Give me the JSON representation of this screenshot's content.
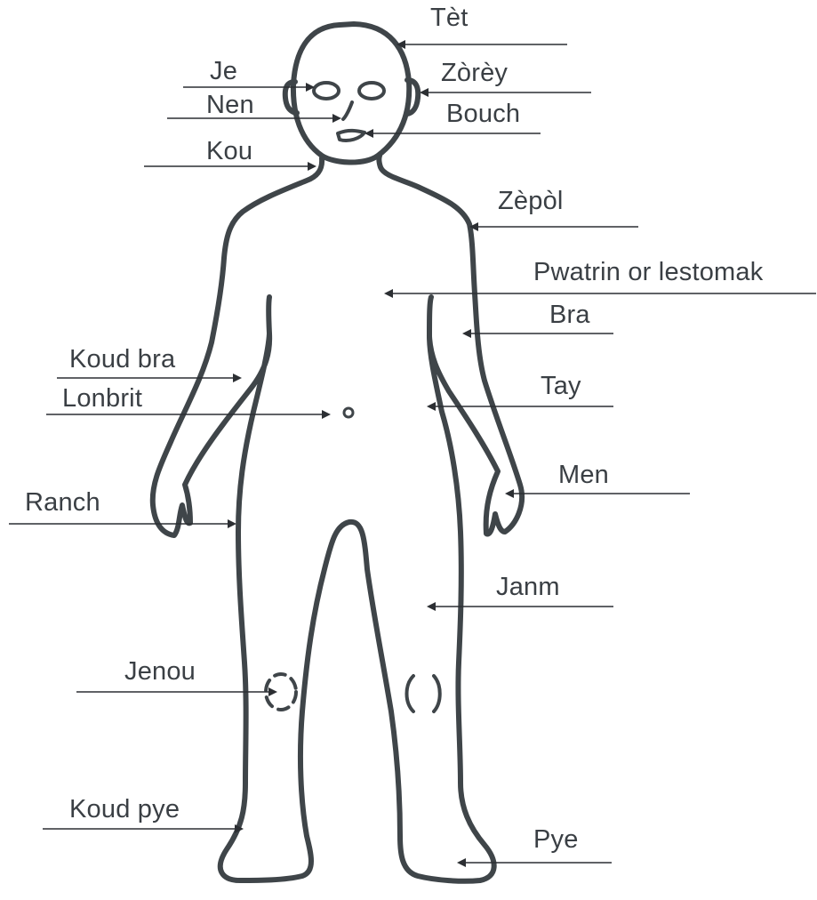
{
  "diagram": {
    "labels": {
      "tet": "Tèt",
      "je": "Je",
      "zorey": "Zòrèy",
      "nen": "Nen",
      "bouch": "Bouch",
      "kou": "Kou",
      "zepol": "Zèpòl",
      "pwatrin": "Pwatrin or lestomak",
      "bra": "Bra",
      "koud_bra": "Koud bra",
      "lonbrit": "Lonbrit",
      "tay": "Tay",
      "men": "Men",
      "ranch": "Ranch",
      "janm": "Janm",
      "jenou": "Jenou",
      "koud_pye": "Koud pye",
      "pye": "Pye"
    },
    "colors": {
      "outline": "#3f4549",
      "text": "#3a3f44",
      "pointer": "#2c2f33",
      "background": "#ffffff"
    }
  }
}
